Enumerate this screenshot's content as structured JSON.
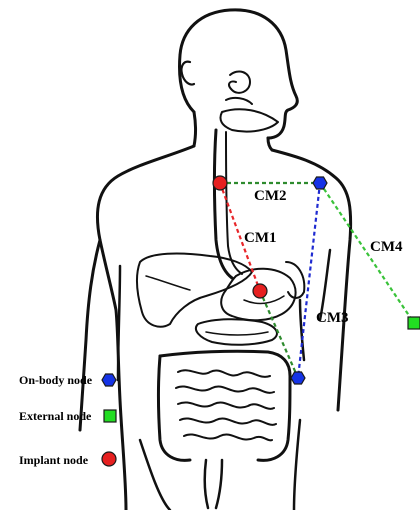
{
  "links": [
    {
      "label": "CM1",
      "color": "#e8262a"
    },
    {
      "label": "CM2",
      "color": "#2e8b2e"
    },
    {
      "label": "CM3",
      "color": "#1f2bd1"
    },
    {
      "label": "CM4",
      "color": "#39c239"
    }
  ],
  "legend": [
    {
      "label": "On-body node",
      "shape": "hexagon",
      "color": "#1533e6"
    },
    {
      "label": "External node",
      "shape": "square",
      "color": "#22dd22"
    },
    {
      "label": "Implant node",
      "shape": "circle",
      "color": "#e62020"
    }
  ],
  "colors": {
    "outline": "#111111",
    "background": "#ffffff"
  }
}
